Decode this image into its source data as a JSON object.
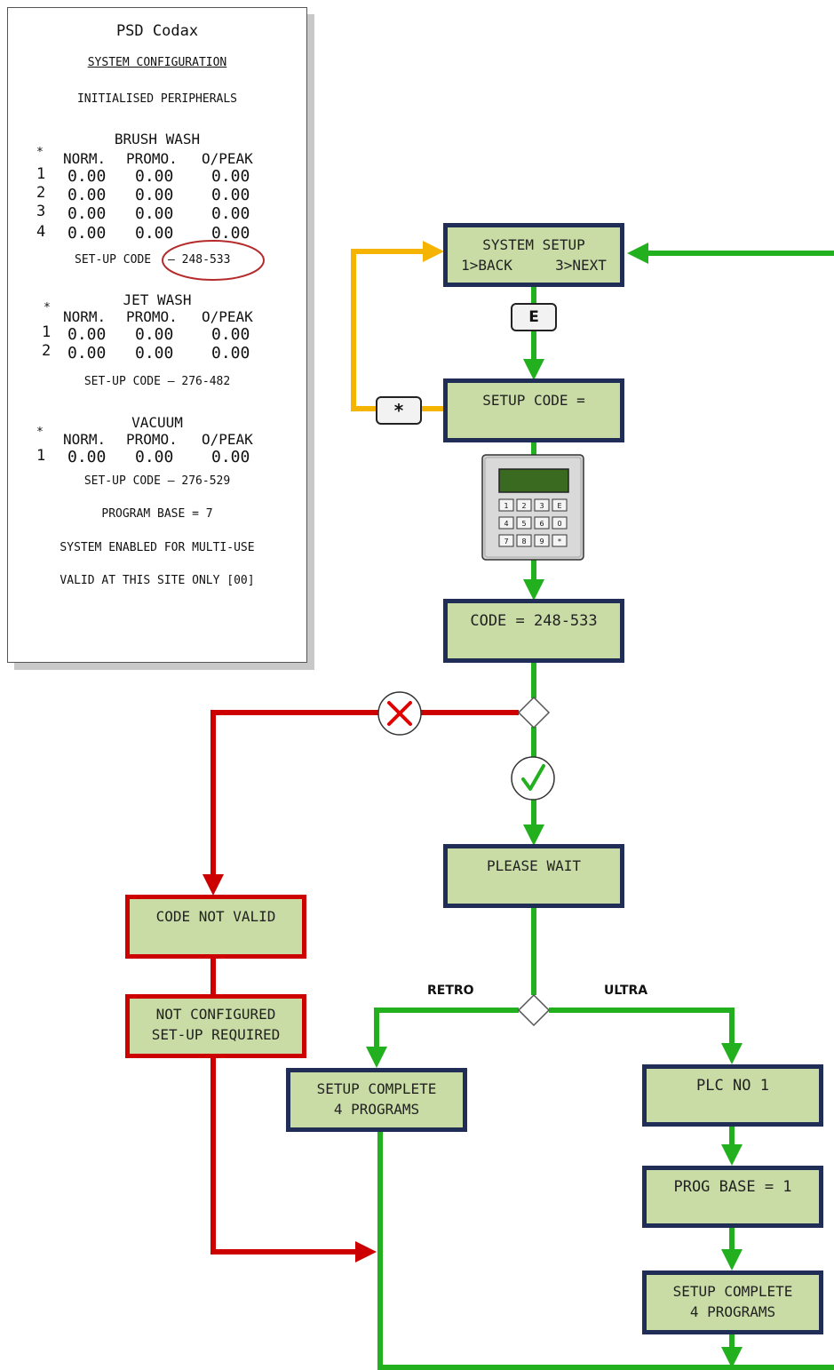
{
  "receipt": {
    "title": "PSD Codax",
    "heading": "SYSTEM CONFIGURATION",
    "subheading": "INITIALISED PERIPHERALS",
    "brush_wash": {
      "name": "BRUSH WASH",
      "star": "*",
      "cols": [
        "NORM.",
        "PROMO.",
        "O/PEAK"
      ],
      "rows": [
        {
          "idx": "1",
          "values": [
            "0.00",
            "0.00",
            "0.00"
          ]
        },
        {
          "idx": "2",
          "values": [
            "0.00",
            "0.00",
            "0.00"
          ]
        },
        {
          "idx": "3",
          "values": [
            "0.00",
            "0.00",
            "0.00"
          ]
        },
        {
          "idx": "4",
          "values": [
            "0.00",
            "0.00",
            "0.00"
          ]
        }
      ],
      "code_label": "SET-UP CODE",
      "code_value": "– 248-533"
    },
    "jet_wash": {
      "name": "JET WASH",
      "star": "*",
      "cols": [
        "NORM.",
        "PROMO.",
        "O/PEAK"
      ],
      "rows": [
        {
          "idx": "1",
          "values": [
            "0.00",
            "0.00",
            "0.00"
          ]
        },
        {
          "idx": "2",
          "values": [
            "0.00",
            "0.00",
            "0.00"
          ]
        }
      ],
      "code": "SET-UP CODE – 276-482"
    },
    "vacuum": {
      "name": "VACUUM",
      "star": "*",
      "cols": [
        "NORM.",
        "PROMO.",
        "O/PEAK"
      ],
      "rows": [
        {
          "idx": "1",
          "values": [
            "0.00",
            "0.00",
            "0.00"
          ]
        }
      ],
      "code": "SET-UP CODE – 276-529"
    },
    "program_base": "PROGRAM BASE = 7",
    "multi_use": "SYSTEM ENABLED FOR MULTI-USE",
    "valid_site": "VALID AT THIS SITE ONLY [00]"
  },
  "flow": {
    "system_setup": {
      "line1": "SYSTEM SETUP",
      "line2": "1>BACK     3>NEXT"
    },
    "key_e": "E",
    "key_star": "*",
    "setup_code": "SETUP CODE =",
    "keypad_keys": [
      "1",
      "2",
      "3",
      "E",
      "4",
      "5",
      "6",
      "0",
      "7",
      "8",
      "9",
      "*"
    ],
    "code_entered": "CODE = 248-533",
    "please_wait": "PLEASE WAIT",
    "code_not_valid": "CODE NOT VALID",
    "not_configured": {
      "line1": "NOT CONFIGURED",
      "line2": "SET-UP REQUIRED"
    },
    "retro_label": "RETRO",
    "ultra_label": "ULTRA",
    "retro_complete": {
      "line1": "SETUP COMPLETE",
      "line2": "4 PROGRAMS"
    },
    "plc_no": "PLC NO 1",
    "prog_base": "PROG BASE = 1",
    "ultra_complete": {
      "line1": "SETUP COMPLETE",
      "line2": "4 PROGRAMS"
    }
  },
  "colors": {
    "green": "#22b01e",
    "orange": "#f5b400",
    "red": "#cc0000",
    "navy": "#1f2d57",
    "lcd": "#c9dca5"
  }
}
